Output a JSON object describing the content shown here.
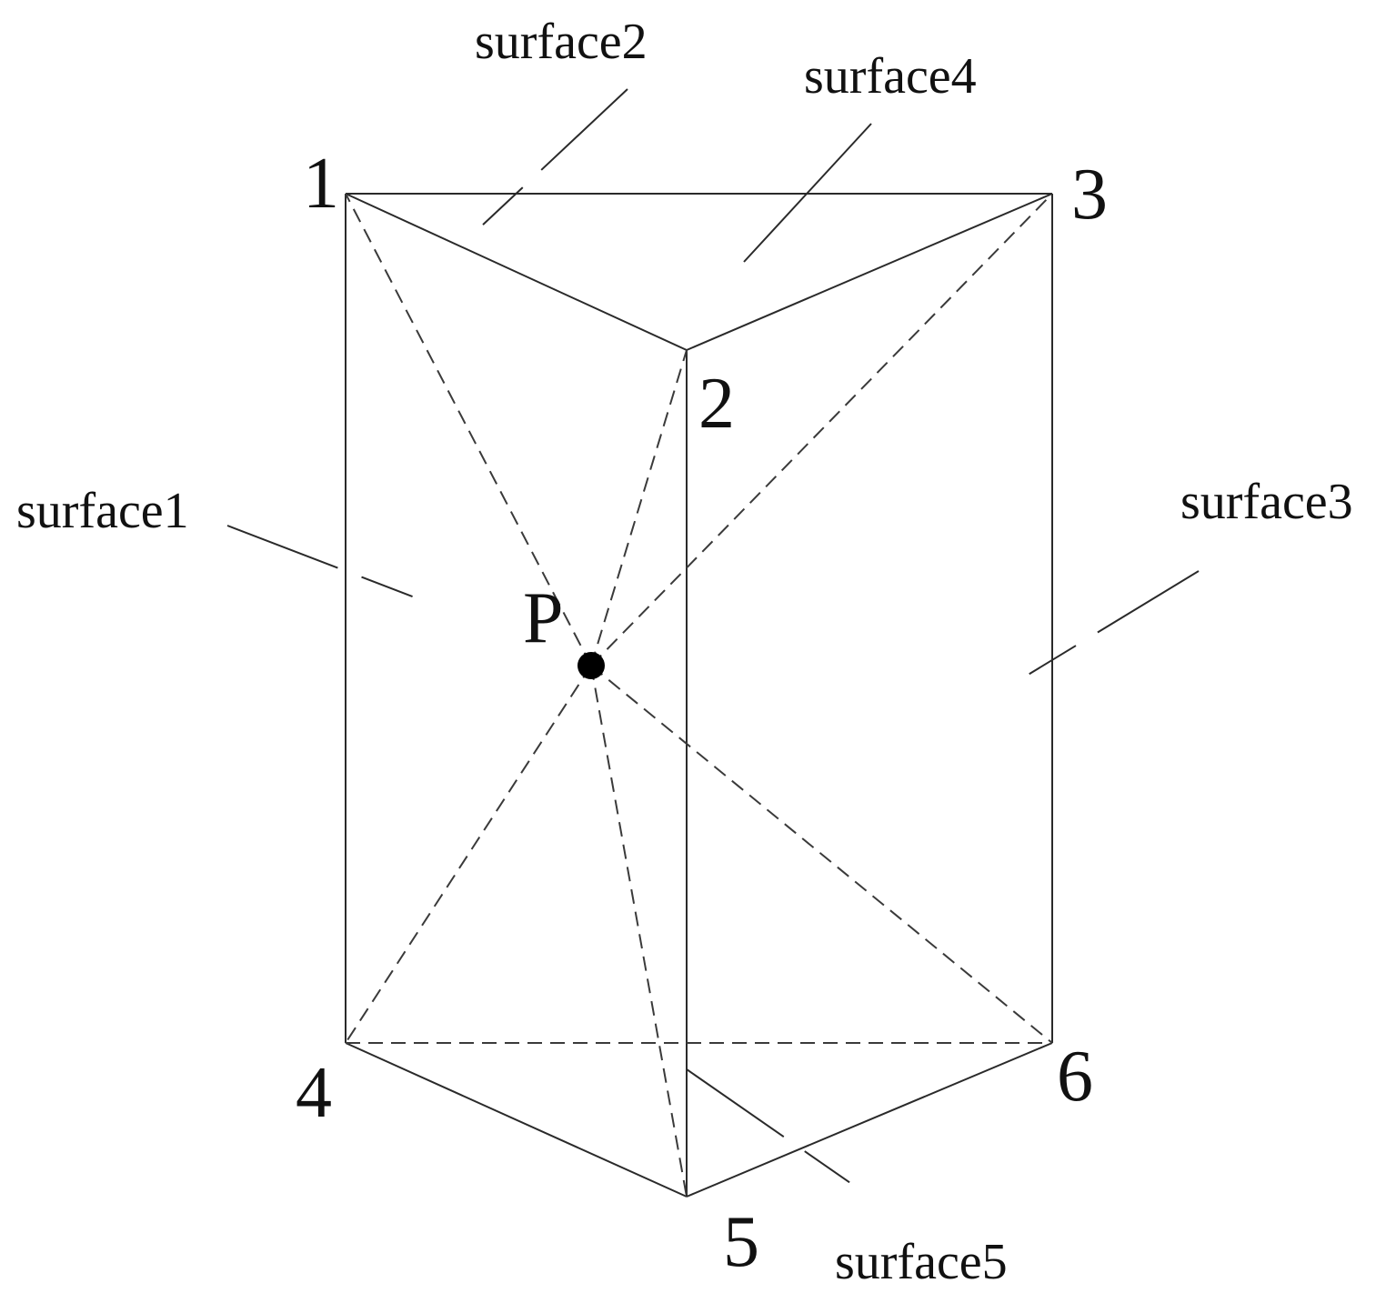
{
  "vertices": {
    "v1": "1",
    "v2": "2",
    "v3": "3",
    "v4": "4",
    "v5": "5",
    "v6": "6",
    "p": "P"
  },
  "surfaces": {
    "s1": "surface1",
    "s2": "surface2",
    "s3": "surface3",
    "s4": "surface4",
    "s5": "surface5"
  },
  "colors": {
    "line": "#2a2a2a",
    "point": "#000000",
    "background": "#ffffff"
  }
}
